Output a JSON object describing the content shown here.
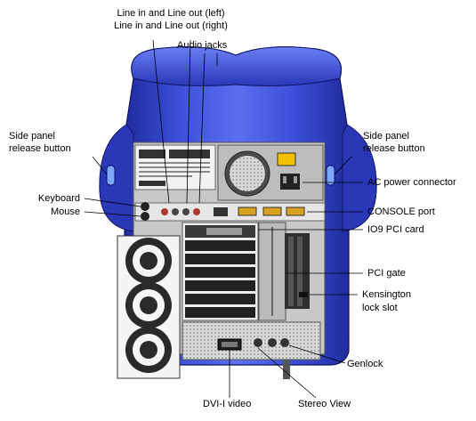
{
  "labels": {
    "line_io_left": "Line in and Line out (left)",
    "line_io_right": "Line in and Line out (right)",
    "audio_jacks": "Audio jacks",
    "side_panel_left": [
      "Side panel",
      "release button"
    ],
    "side_panel_right": [
      "Side panel",
      "release button"
    ],
    "ac_power": "AC power connector",
    "keyboard": "Keyboard",
    "mouse": "Mouse",
    "console_port": "CONSOLE port",
    "io9_card": "IO9 PCI card",
    "pci_gate": "PCI gate",
    "kensington": [
      "Kensington",
      "lock slot"
    ],
    "genlock": "Genlock",
    "dvi_video": "DVI-I video",
    "stereo_view": "Stereo View"
  },
  "colors": {
    "chassis_blue": "#3b4fd8",
    "chassis_dark": "#1e2a9a",
    "panel_gray": "#c8c8c8",
    "panel_dark": "#8c8c8c"
  }
}
